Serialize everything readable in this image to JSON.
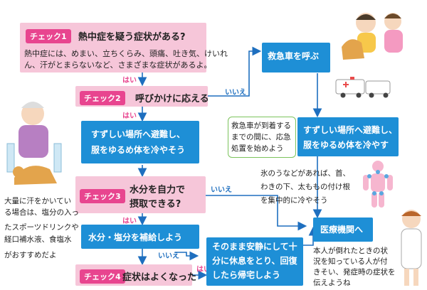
{
  "check1": {
    "label": "チェック1",
    "title": "熱中症を疑う症状がある?",
    "desc_lines": [
      "熱中症には、めまい、立ちくらみ、頭痛、吐き気、けいれ",
      "ん、汗がとまらないなど、さまざまな症状があるよ。"
    ]
  },
  "check2": {
    "label": "チェック2",
    "title": "呼びかけに応える"
  },
  "check3": {
    "label": "チェック3",
    "title_lines": [
      "水分を自力で",
      "摂取できる?"
    ]
  },
  "check4": {
    "label": "チェック4",
    "title": "症状はよくなった"
  },
  "edges": {
    "hai1": "はい",
    "hai2": "はい",
    "hai3": "はい",
    "hai4": "はい",
    "iie1": "いいえ",
    "iie2": "いいえ",
    "iie3": "いいえ"
  },
  "boxes": {
    "cool_left": [
      "すずしい場所へ避難し、",
      "服をゆるめ体を冷やそう"
    ],
    "hydrate": "水分・塩分を補給しよう",
    "rest": [
      "そのまま安静にして十",
      "分に休息をとり、回復",
      "したら帰宅しよう"
    ],
    "ambulance": "救急車を呼ぶ",
    "cool_right": [
      "すずしい場所へ避難し、",
      "服をゆるめ体を冷やす"
    ],
    "hospital": "医療機関へ"
  },
  "notes": {
    "until_arrival": [
      "救急車が到着する",
      "までの間に、応急",
      "処置を始めよう"
    ],
    "ice": [
      "氷のうなどがあれば、首、",
      "わきの下、太ももの付け根",
      "を集中的に冷やそう"
    ],
    "sweat": [
      "大量に汗をかいてい",
      "る場合は、塩分の入っ",
      "たスポーツドリンクや",
      "経口補水液、食塩水",
      "がおすすめだよ"
    ],
    "hospital_note": [
      "本人が倒れたときの状",
      "況を知っている人が付",
      "きそい、発症時の症状を",
      "伝えようね"
    ]
  },
  "colors": {
    "pink_box": "#f6c6d9",
    "blue_box": "#1e8fd6",
    "magenta": "#e8458f",
    "arrow_blue": "#1e6fbf"
  }
}
